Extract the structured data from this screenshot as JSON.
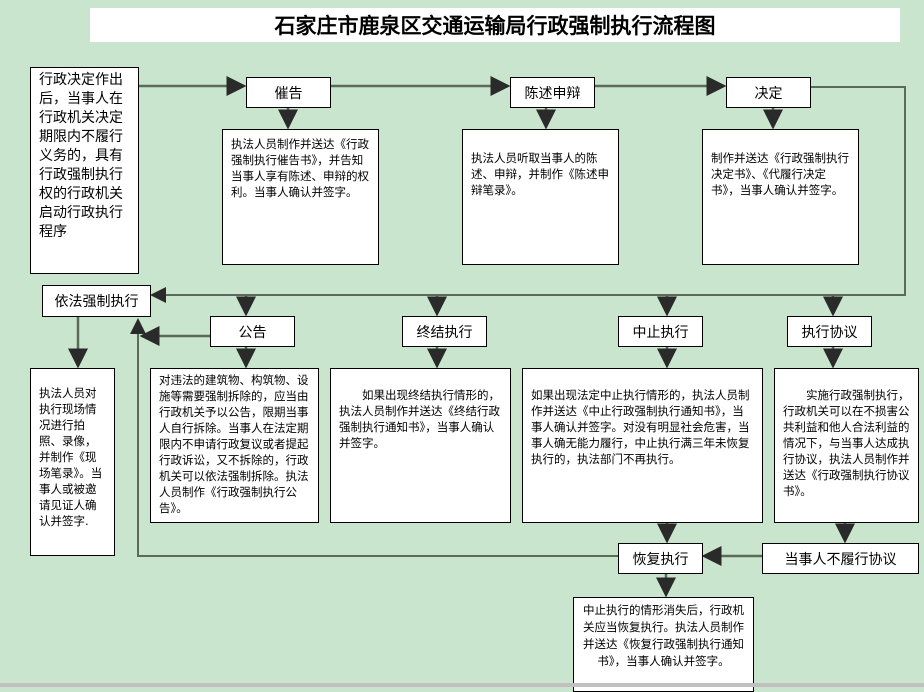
{
  "title": "石家庄市鹿泉区交通运输局行政强制执行流程图",
  "start": "行政决定作出后，当事人在行政机关决定期限内不履行义务的，具有行政强制执行权的行政机关启动行政执行程序",
  "steps": {
    "cuigao": {
      "label": "催告",
      "desc": "执法人员制作并送达《行政强制执行催告书》，并告知当事人享有陈述、申辩的权利。当事人确认并签字。"
    },
    "chenshu": {
      "label": "陈述申辩",
      "desc": "执法人员听取当事人的陈述、申辩，并制作《陈述申辩笔录》。"
    },
    "jueding": {
      "label": "决定",
      "desc": "制作并送达《行政强制执行决定书》、《代履行决定书》，当事人确认并签字。"
    },
    "yifa": {
      "label": "依法强制执行",
      "desc": "执法人员对执行现场情况进行拍照、录像，并制作《现场笔录》。当事人或被邀请见证人确认并签字."
    },
    "gonggao": {
      "label": "公告",
      "desc": "对违法的建筑物、构筑物、设施等需要强制拆除的，应当由行政机关予以公告，限期当事人自行拆除。当事人在法定期限内不申请行政复议或者提起行政诉讼，又不拆除的，行政机关可以依法强制拆除。执法人员制作《行政强制执行公告》。"
    },
    "zhongjie": {
      "label": "终结执行",
      "desc": "　　如果出现终结执行情形的，执法人员制作并送达《终结行政强制执行通知书》，当事人确认并签字。"
    },
    "zhongzhi": {
      "label": "中止执行",
      "desc": "如果出现法定中止执行情形的，执法人员制作并送达《中止行政强制执行通知书》，当事人确认并签字。对没有明显社会危害，当事人确无能力履行，中止执行满三年未恢复执行的，执法部门不再执行。"
    },
    "xieyi": {
      "label": "执行协议",
      "desc": "　　实施行政强制执行，行政机关可以在不损害公共利益和他人合法利益的情况下，与当事人达成执行协议，执法人员制作并送达《行政强制执行协议书》。"
    },
    "buluxing": {
      "label": "当事人不履行协议"
    },
    "huifu": {
      "label": "恢复执行",
      "desc": "中止执行的情形消失后，行政机关应当恢复执行。执法人员制作并送达《恢复行政强制执行通知书》，当事人确认并签字。"
    }
  }
}
